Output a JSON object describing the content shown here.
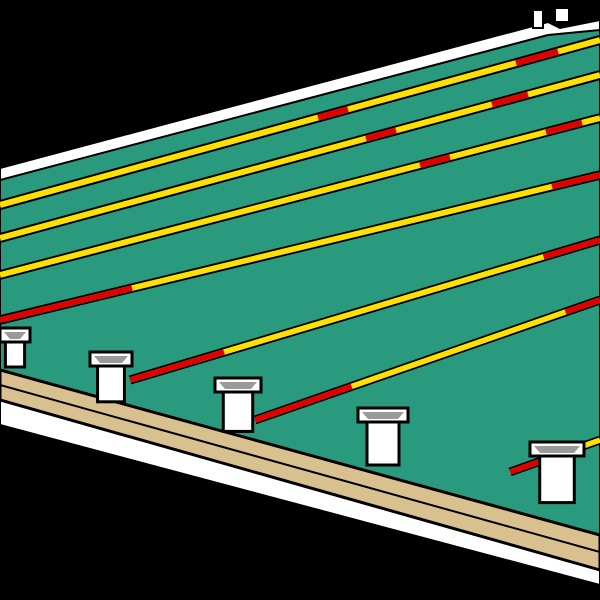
{
  "scene": {
    "subject": "swimming-pool",
    "lane_count": 7,
    "starting_block_count": 5,
    "colors": {
      "background": "#000000",
      "water": "#2a9a7f",
      "deck_trim": "#ffffff",
      "deck": "#d9c08f",
      "lane_rope_primary": "#ffe000",
      "lane_rope_accent": "#e00000",
      "outline": "#000000",
      "block_top": "#9a9a9a",
      "block_body": "#ffffff"
    }
  }
}
